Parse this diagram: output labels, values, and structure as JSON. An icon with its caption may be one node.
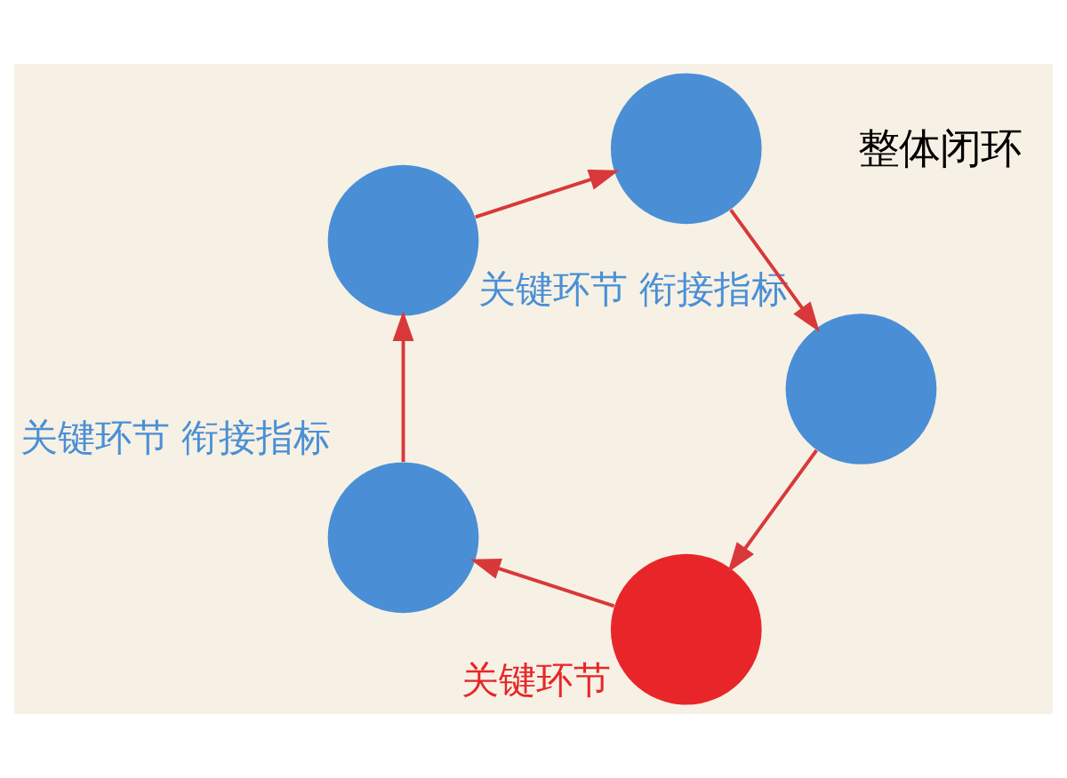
{
  "diagram": {
    "nodes": [
      {
        "text": [],
        "shape": "circle",
        "beside": [
          "关键环节"
        ]
      },
      {
        "text": [],
        "shape": "circle",
        "beside": [
          "关键环节 衔接指标"
        ]
      },
      {
        "text": [],
        "shape": "circle"
      },
      {
        "text": [],
        "shape": "circle"
      },
      {
        "text": [],
        "shape": "circle",
        "beside": [
          "关键环节 衔接指标"
        ]
      }
    ],
    "edges": [
      {
        "from": 0,
        "to": 1,
        "arrow": "to"
      },
      {
        "from": 1,
        "to": 2,
        "arrow": "to"
      },
      {
        "from": 2,
        "to": 3,
        "arrow": "to"
      },
      {
        "from": 3,
        "to": 4,
        "arrow": "to"
      },
      {
        "from": 4,
        "to": 0,
        "arrow": "to"
      }
    ],
    "labels": [
      "整体闭环"
    ]
  }
}
